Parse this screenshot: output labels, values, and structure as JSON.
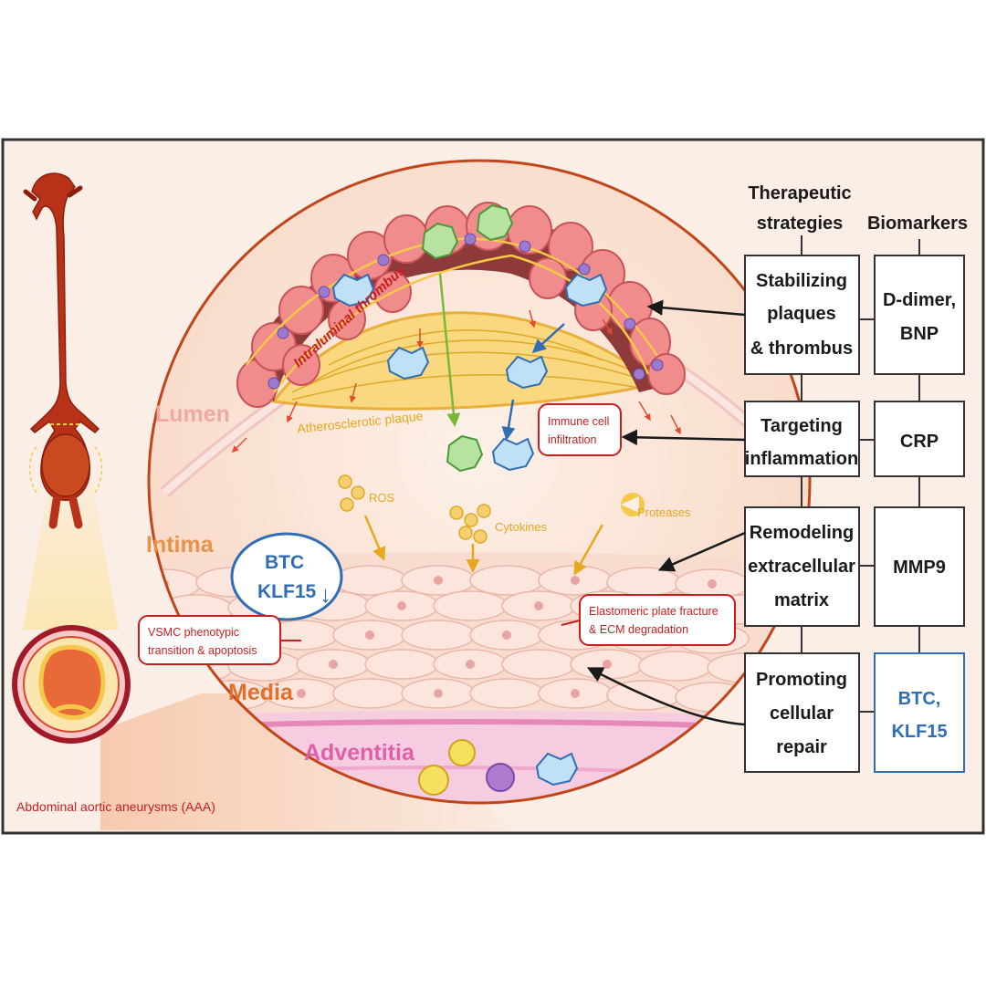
{
  "labels": {
    "intraluminal_thrombus": "Intraluminal thrombus",
    "atherosclerotic_plaque": "Atherosclerotic plaque",
    "lumen": "Lumen",
    "intima": "Intima",
    "media": "Media",
    "adventitia": "Adventitia",
    "ros": "ROS",
    "cytokines": "Cytokines",
    "proteases": "Proteases",
    "immune_cell_infiltration_1": "Immune cell",
    "immune_cell_infiltration_2": "infiltration",
    "btc": "BTC",
    "klf15": "KLF15",
    "down_arrow": "↓",
    "vsmc_1": "VSMC phenotypic",
    "vsmc_2": "transition & apoptosis",
    "elastomeric_1": "Elastomeric plate fracture",
    "elastomeric_2": "& ECM degradation",
    "aaa": "Abdominal aortic aneurysms (AAA)"
  },
  "panel": {
    "therapeutic_header": [
      "Therapeutic",
      "strategies"
    ],
    "biomarkers_header": "Biomarkers",
    "strategies": [
      [
        "Stabilizing",
        "plaques",
        "& thrombus"
      ],
      [
        "Targeting",
        "inflammation"
      ],
      [
        "Remodeling",
        "extracellular",
        "matrix"
      ],
      [
        "Promoting",
        "cellular",
        "repair"
      ]
    ],
    "biomarkers": [
      [
        "D-dimer,",
        "BNP"
      ],
      [
        "CRP"
      ],
      [
        "MMP9"
      ],
      [
        "BTC,",
        "KLF15"
      ]
    ]
  },
  "colors": {
    "frame_bg": "#fbeee6",
    "border": "#333333",
    "vessel_wall": "#c0461a",
    "thrombus": "#e8747a",
    "plaque": "#f5c84a",
    "blue_accent": "#2f6db5",
    "red_accent": "#c81e1e",
    "label_orange": "#e8924a",
    "media_orange": "#e0702a",
    "adventitia_pink": "#e060a8",
    "arrow_yellow": "#e8a81e",
    "arrow_green": "#7ab83a"
  }
}
